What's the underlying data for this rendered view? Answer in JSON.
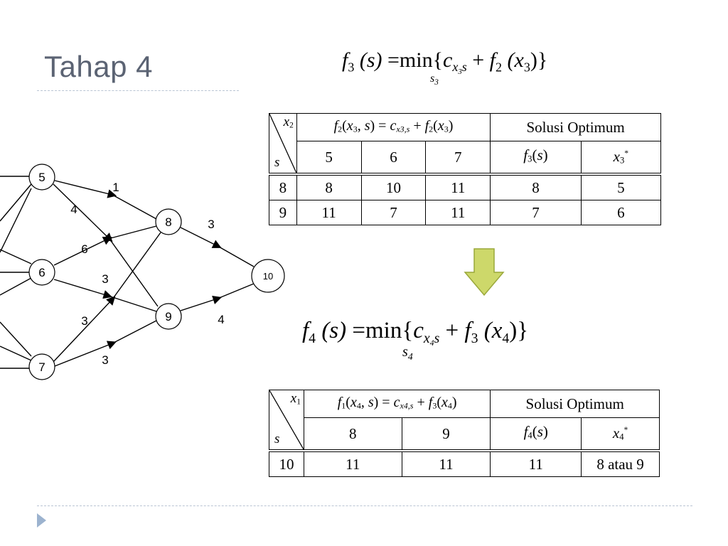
{
  "slide": {
    "title": "Tahap 4"
  },
  "formula_top": {
    "lhs_fn": "f",
    "lhs_sub": "3",
    "lhs_arg": "(s)",
    "eq": "=",
    "min": "min",
    "brace_open": "{",
    "c": "c",
    "c_sub": "x",
    "c_subsub": "3",
    "c_subs": "s",
    "plus": "+",
    "rhs_fn": "f",
    "rhs_sub": "2",
    "rhs_arg_open": "(x",
    "rhs_arg_sub": "3",
    "rhs_arg_close": ")}",
    "under": "s",
    "under_sub": "3"
  },
  "formula_bottom": {
    "lhs_fn": "f",
    "lhs_sub": "4",
    "lhs_arg": "(s)",
    "eq": "=",
    "min": "min",
    "brace_open": "{",
    "c": "c",
    "c_sub": "x",
    "c_subsub": "4",
    "c_subs": "s",
    "plus": "+",
    "rhs_fn": "f",
    "rhs_sub": "3",
    "rhs_arg_open": "(x",
    "rhs_arg_sub": "4",
    "rhs_arg_close": ")}",
    "under": "s",
    "under_sub": "4"
  },
  "table_stage3": {
    "corner_top": "x",
    "corner_top_sub": "2",
    "corner_bottom": "s",
    "func_header": {
      "f": "f",
      "f_sub": "2",
      "open": "(",
      "x": "x",
      "x_sub": "3",
      "comma": ", ",
      "s": "s",
      "mid": ") = ",
      "c": "c",
      "c_sub": "x3,s",
      "plus": " + ",
      "f2": "f",
      "f2_sub": "2",
      "open2": "(",
      "x2": "x",
      "x2_sub": "3",
      "close": ")"
    },
    "opt_header": "Solusi Optimum",
    "columns": [
      "5",
      "6",
      "7"
    ],
    "opt_col_f": {
      "f": "f",
      "sub": "3",
      "arg_open": "(",
      "s": "s",
      "arg_close": ")"
    },
    "opt_col_x": {
      "x": "x",
      "sub": "3",
      "star": "*"
    },
    "rows": [
      {
        "s": "8",
        "vals": [
          "8",
          "10",
          "11"
        ],
        "f": "8",
        "x": "5"
      },
      {
        "s": "9",
        "vals": [
          "11",
          "7",
          "11"
        ],
        "f": "7",
        "x": "6"
      }
    ]
  },
  "table_stage4": {
    "corner_top": "x",
    "corner_top_sub": "1",
    "corner_bottom": "s",
    "func_header": {
      "f": "f",
      "f_sub": "1",
      "open": "(",
      "x": "x",
      "x_sub": "4",
      "comma": ", ",
      "s": "s",
      "mid": ") = ",
      "c": "c",
      "c_sub": "x4,s",
      "plus": " + ",
      "f2": "f",
      "f2_sub": "3",
      "open2": "(",
      "x2": "x",
      "x2_sub": "4",
      "close": ")"
    },
    "opt_header": "Solusi Optimum",
    "columns": [
      "8",
      "9"
    ],
    "opt_col_f": {
      "f": "f",
      "sub": "4",
      "arg_open": "(",
      "s": "s",
      "arg_close": ")"
    },
    "opt_col_x": {
      "x": "x",
      "sub": "4",
      "star": "*"
    },
    "rows": [
      {
        "s": "10",
        "vals": [
          "11",
          "11"
        ],
        "f": "11",
        "x": "8 atau 9"
      }
    ]
  },
  "graph": {
    "nodes": {
      "n5": "5",
      "n6": "6",
      "n7": "7",
      "n8": "8",
      "n9": "9",
      "n10": "10"
    },
    "edge_labels": {
      "e5_8": "1",
      "e5_9": "4",
      "e6_8": "6",
      "e6_9": "3",
      "e7_8": "3",
      "e7_9": "3",
      "e8_10": "3",
      "e9_10": "4"
    }
  },
  "colors": {
    "title": "#5b6373",
    "rule": "#b9c4d3",
    "bullet": "#9cb3cf",
    "arrow_fill": "#cdd86a",
    "arrow_stroke": "#9aa83a"
  }
}
